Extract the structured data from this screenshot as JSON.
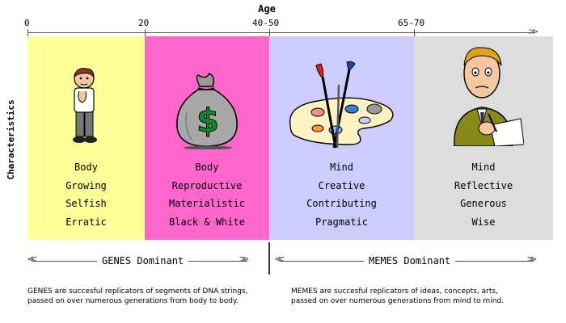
{
  "axis": {
    "title": "Age",
    "ticks": [
      "0",
      "20",
      "40-50",
      "65-70"
    ]
  },
  "y_label": "Characteristics",
  "stages": [
    {
      "color": "#ffff99",
      "icon": "thinking-boy-icon",
      "traits": [
        "Body",
        "Growing",
        "Selfish",
        "Erratic"
      ]
    },
    {
      "color": "#ff66cc",
      "icon": "money-bag-icon",
      "traits": [
        "Body",
        "Reproductive",
        "Materialistic",
        "Black & White"
      ]
    },
    {
      "color": "#ccccff",
      "icon": "paint-palette-icon",
      "traits": [
        "Mind",
        "Creative",
        "Contributing",
        "Pragmatic"
      ]
    },
    {
      "color": "#dddddd",
      "icon": "writing-man-icon",
      "traits": [
        "Mind",
        "Reflective",
        "Generous",
        "Wise"
      ]
    }
  ],
  "dominance": {
    "genes": {
      "label": "GENES Dominant",
      "caption": [
        "GENES are succesful replicators of segments of DNA strings,",
        "passed on over numerous generations from body to body."
      ]
    },
    "memes": {
      "label": "MEMES Dominant",
      "caption": [
        "MEMES are succesful replicators of ideas, concepts, arts,",
        "passed on over numerous generations from mind to mind."
      ]
    }
  }
}
